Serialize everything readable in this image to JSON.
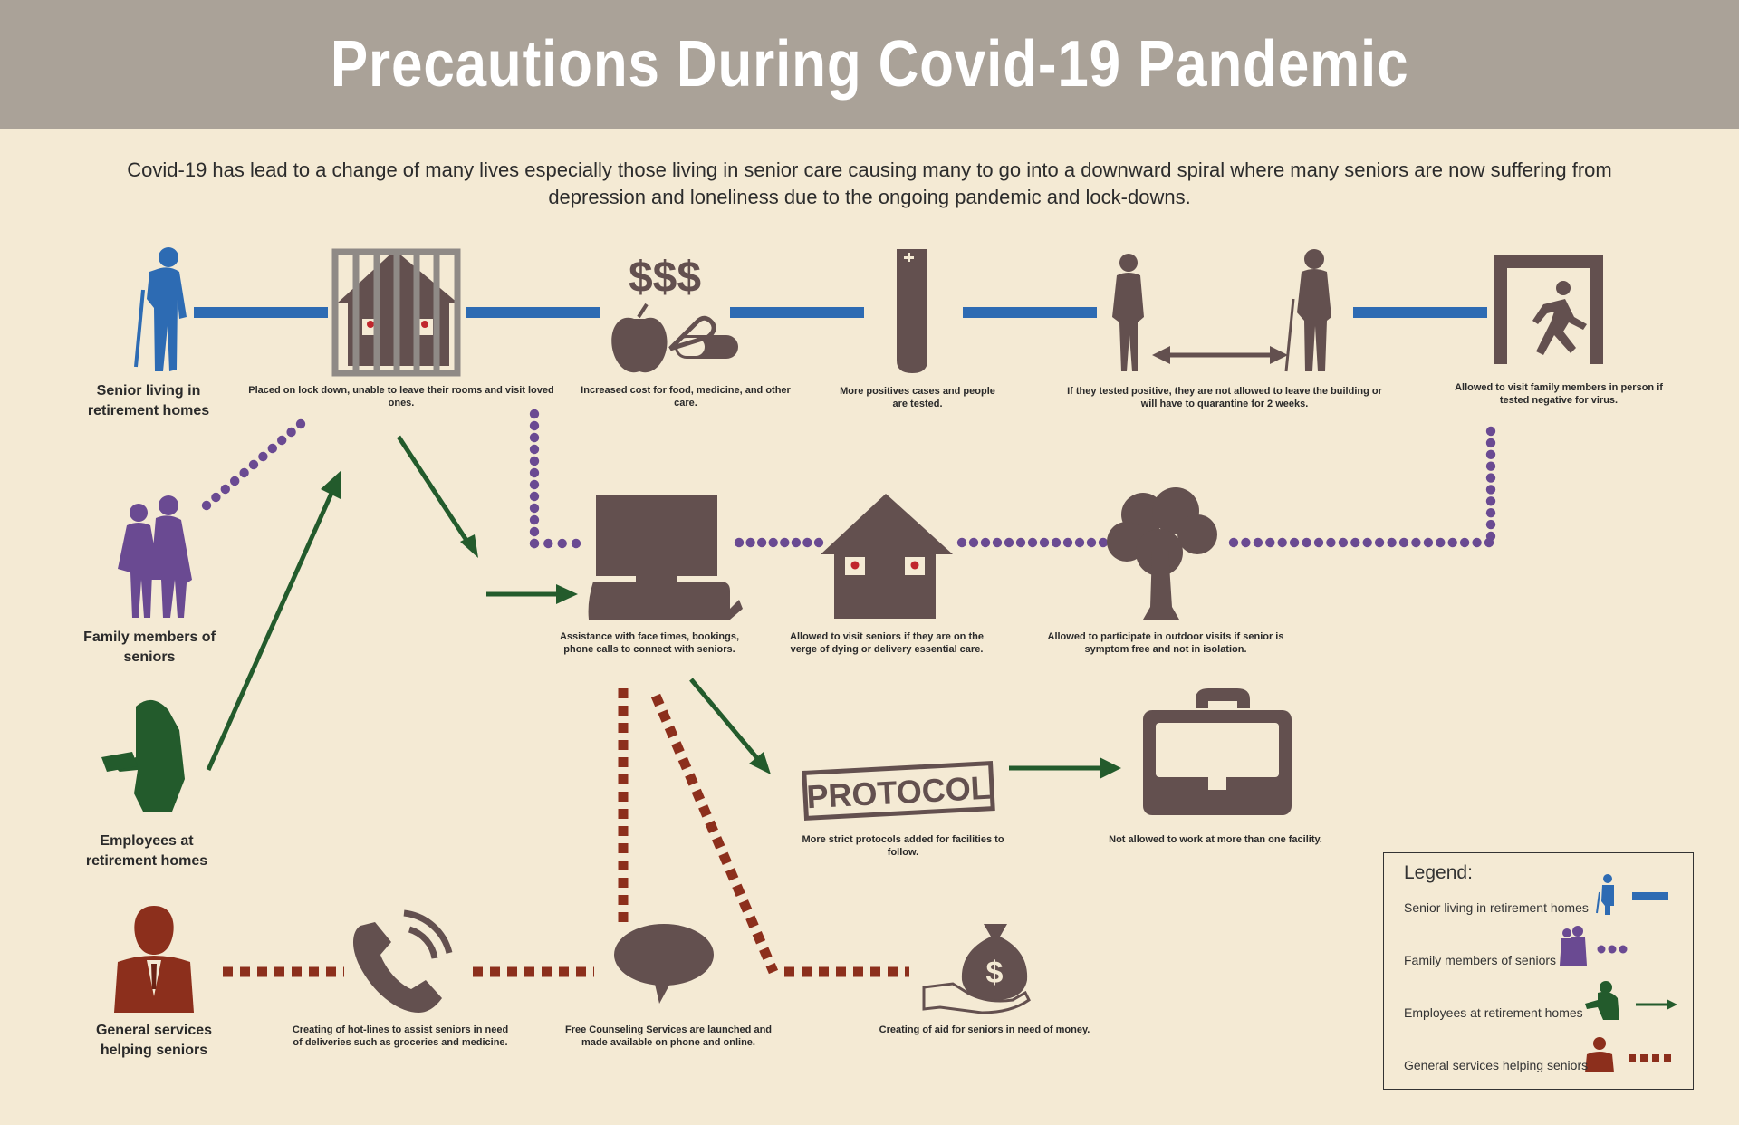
{
  "header": {
    "title": "Precautions During Covid-19 Pandemic"
  },
  "intro": "Covid-19 has lead to a change of many lives especially those living in senior care causing many to go into a downward spiral where many seniors are now suffering from depression and loneliness due to the ongoing pandemic and lock-downs.",
  "actors": {
    "senior": "Senior living in retirement homes",
    "family": "Family members of seniors",
    "employees": "Employees at retirement homes",
    "services": "General services helping seniors"
  },
  "captions": {
    "lockdown": "Placed on lock down, unable to leave their rooms and visit loved ones.",
    "cost": "Increased cost for food, medicine, and other care.",
    "tested": "More positives cases and people are tested.",
    "quarantine": "If they tested positive, they are not allowed to leave the building or will have to quarantine for 2 weeks.",
    "visit_negative": "Allowed to visit family members in person if tested negative for virus.",
    "facetime": "Assistance with face times, bookings, phone calls to connect with seniors.",
    "dying_visit": "Allowed to visit seniors if they are on the verge of dying or delivery essential care.",
    "outdoor": "Allowed to participate in outdoor visits if senior is symptom free and not in isolation.",
    "protocols": "More strict protocols added for facilities to follow.",
    "one_facility": "Not allowed to work at more than one facility.",
    "hotlines": "Creating of hot-lines to assist seniors in need of deliveries such as groceries and medicine.",
    "counseling": "Free Counseling Services are launched and made available on phone and online.",
    "aid": "Creating of aid for seniors in need of money."
  },
  "icons": {
    "dollars": "$$$",
    "protocol_stamp": "PROTOCOL",
    "money_bag": "$"
  },
  "legend": {
    "title": "Legend:",
    "items": [
      {
        "label": "Senior living in retirement homes",
        "line": "solid"
      },
      {
        "label": "Family members of seniors",
        "line": "dotted"
      },
      {
        "label": "Employees at retirement homes",
        "line": "arrow"
      },
      {
        "label": "General services helping seniors",
        "line": "dashed"
      }
    ]
  },
  "colors": {
    "header_bg": "#aaa298",
    "background": "#f4ead4",
    "icon": "#63504f",
    "senior_blue": "#2d6bb3",
    "family_purple": "#6a4a92",
    "employee_green": "#235b2c",
    "services_red": "#8c2f1c"
  }
}
